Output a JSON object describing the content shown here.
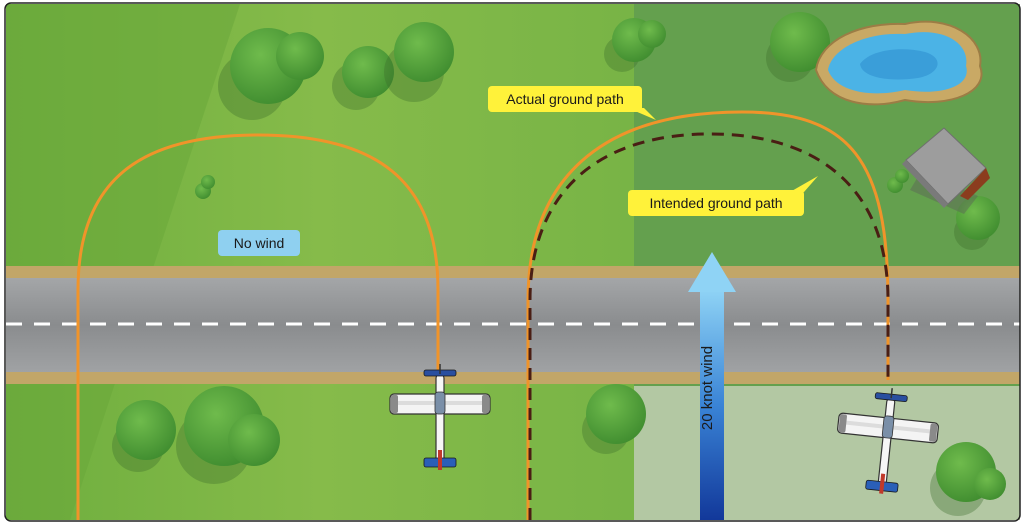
{
  "labels": {
    "no_wind": "No wind",
    "actual_path": "Actual ground path",
    "intended_path": "Intended ground path",
    "wind": "20 knot wind"
  },
  "colors": {
    "grass_left": "#7cb545",
    "grass_right": "#64a04e",
    "pale_field": "#b3c8a3",
    "runway": "#8f9294",
    "runway_edge": "#c2a668",
    "path_actual": "#f0942a",
    "path_intended": "#4a1e14",
    "label_yellow": "#fff23a",
    "label_blue": "#8fd0f0",
    "wind_arrow": "#2a6cc4",
    "tree": "#5aa43e",
    "water": "#4bb3e6"
  },
  "icons": [
    "airplane-icon",
    "tree-icon",
    "pond-icon",
    "house-icon",
    "wind-arrow-icon"
  ]
}
